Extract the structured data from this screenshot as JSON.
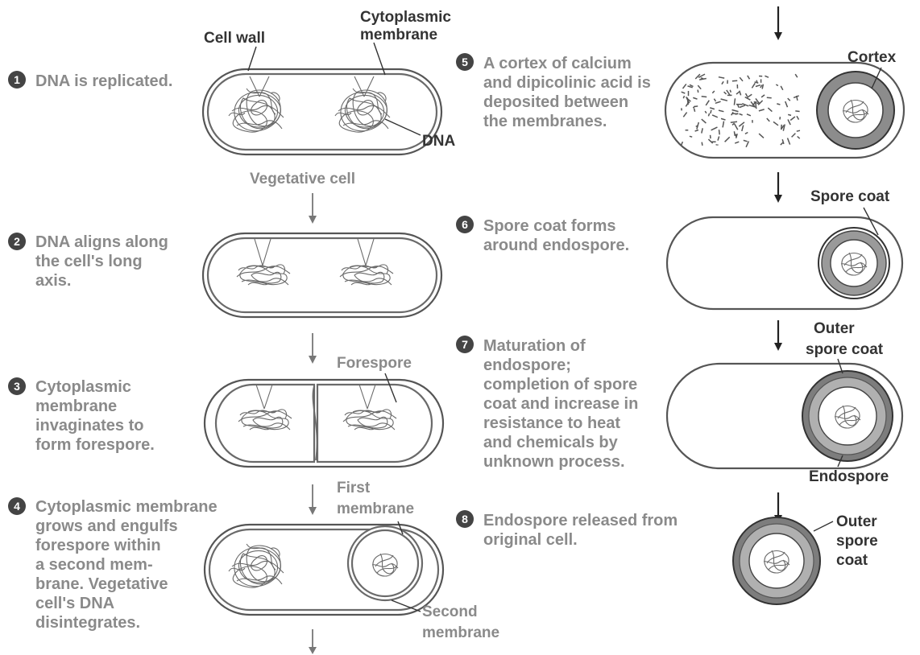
{
  "steps": [
    {
      "number": "1",
      "lines": [
        "DNA is replicated."
      ]
    },
    {
      "number": "2",
      "lines": [
        "DNA aligns along",
        "the cell's long",
        "axis."
      ]
    },
    {
      "number": "3",
      "lines": [
        "Cytoplasmic",
        "membrane",
        "invaginates to",
        "form forespore."
      ]
    },
    {
      "number": "4",
      "lines": [
        "Cytoplasmic membrane",
        "grows and engulfs",
        "forespore within",
        "a second mem-",
        "brane. Vegetative",
        "cell's DNA",
        "disintegrates."
      ]
    },
    {
      "number": "5",
      "lines": [
        "A cortex of calcium",
        "and dipicolinic acid is",
        "deposited between",
        "the membranes."
      ]
    },
    {
      "number": "6",
      "lines": [
        "Spore coat forms",
        "around endospore."
      ]
    },
    {
      "number": "7",
      "lines": [
        "Maturation of",
        "endospore;",
        "completion of spore",
        "coat and increase in",
        "resistance to heat",
        "and chemicals by",
        "unknown process."
      ]
    },
    {
      "number": "8",
      "lines": [
        "Endospore released from",
        "original cell."
      ]
    }
  ],
  "labels": {
    "cell_wall": "Cell wall",
    "cytoplasmic_membrane": [
      "Cytoplasmic",
      "membrane"
    ],
    "dna": "DNA",
    "vegetative_cell": "Vegetative cell",
    "forespore": "Forespore",
    "first_membrane": [
      "First",
      "membrane"
    ],
    "second_membrane": [
      "Second",
      "membrane"
    ],
    "cortex": "Cortex",
    "spore_coat": "Spore coat",
    "outer_spore_coat_7": [
      "Outer",
      "spore coat"
    ],
    "endospore": "Endospore",
    "outer_spore_coat_8": [
      "Outer",
      "spore",
      "coat"
    ]
  },
  "colors": {
    "step_text": "#8a8a8a",
    "label_text": "#333333",
    "cortex_fill": "#8c8c8c",
    "coat_fill": "#b0b0b0"
  }
}
